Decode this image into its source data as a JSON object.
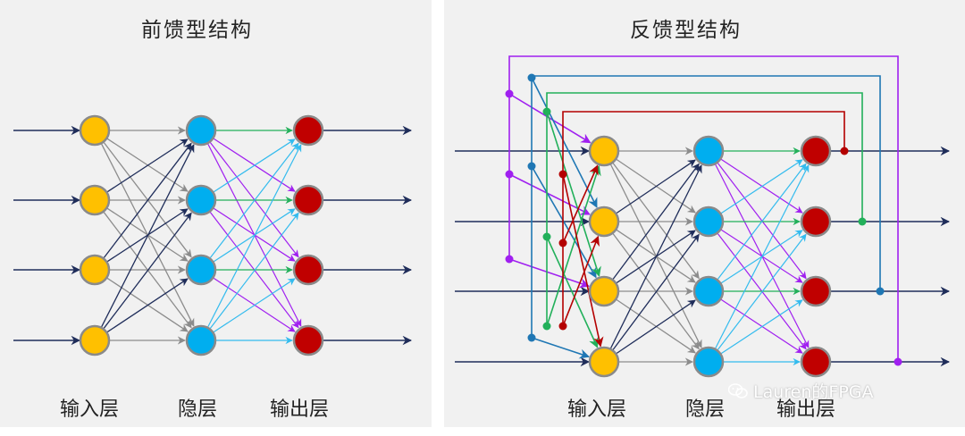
{
  "left_panel": {
    "title": "前馈型结构",
    "labels": {
      "input": "输入层",
      "hidden": "隐层",
      "output": "输出层"
    }
  },
  "right_panel": {
    "title": "反馈型结构",
    "labels": {
      "input": "输入层",
      "hidden": "隐层",
      "output": "输出层"
    }
  },
  "watermark": {
    "text": "Lauren的FPGA",
    "icon": "wechat-icon"
  },
  "colors": {
    "input_node": "#ffc000",
    "hidden_node": "#00aeef",
    "output_node": "#c00000",
    "arrow_dark": "#1f2d5a",
    "arrow_gray": "#8c8c8c",
    "purple": "#a020f0",
    "cyan": "#33bbee",
    "green": "#22b05a",
    "blue": "#1f77b4",
    "red": "#b40000",
    "panel_bg": "#f1f1f1"
  }
}
